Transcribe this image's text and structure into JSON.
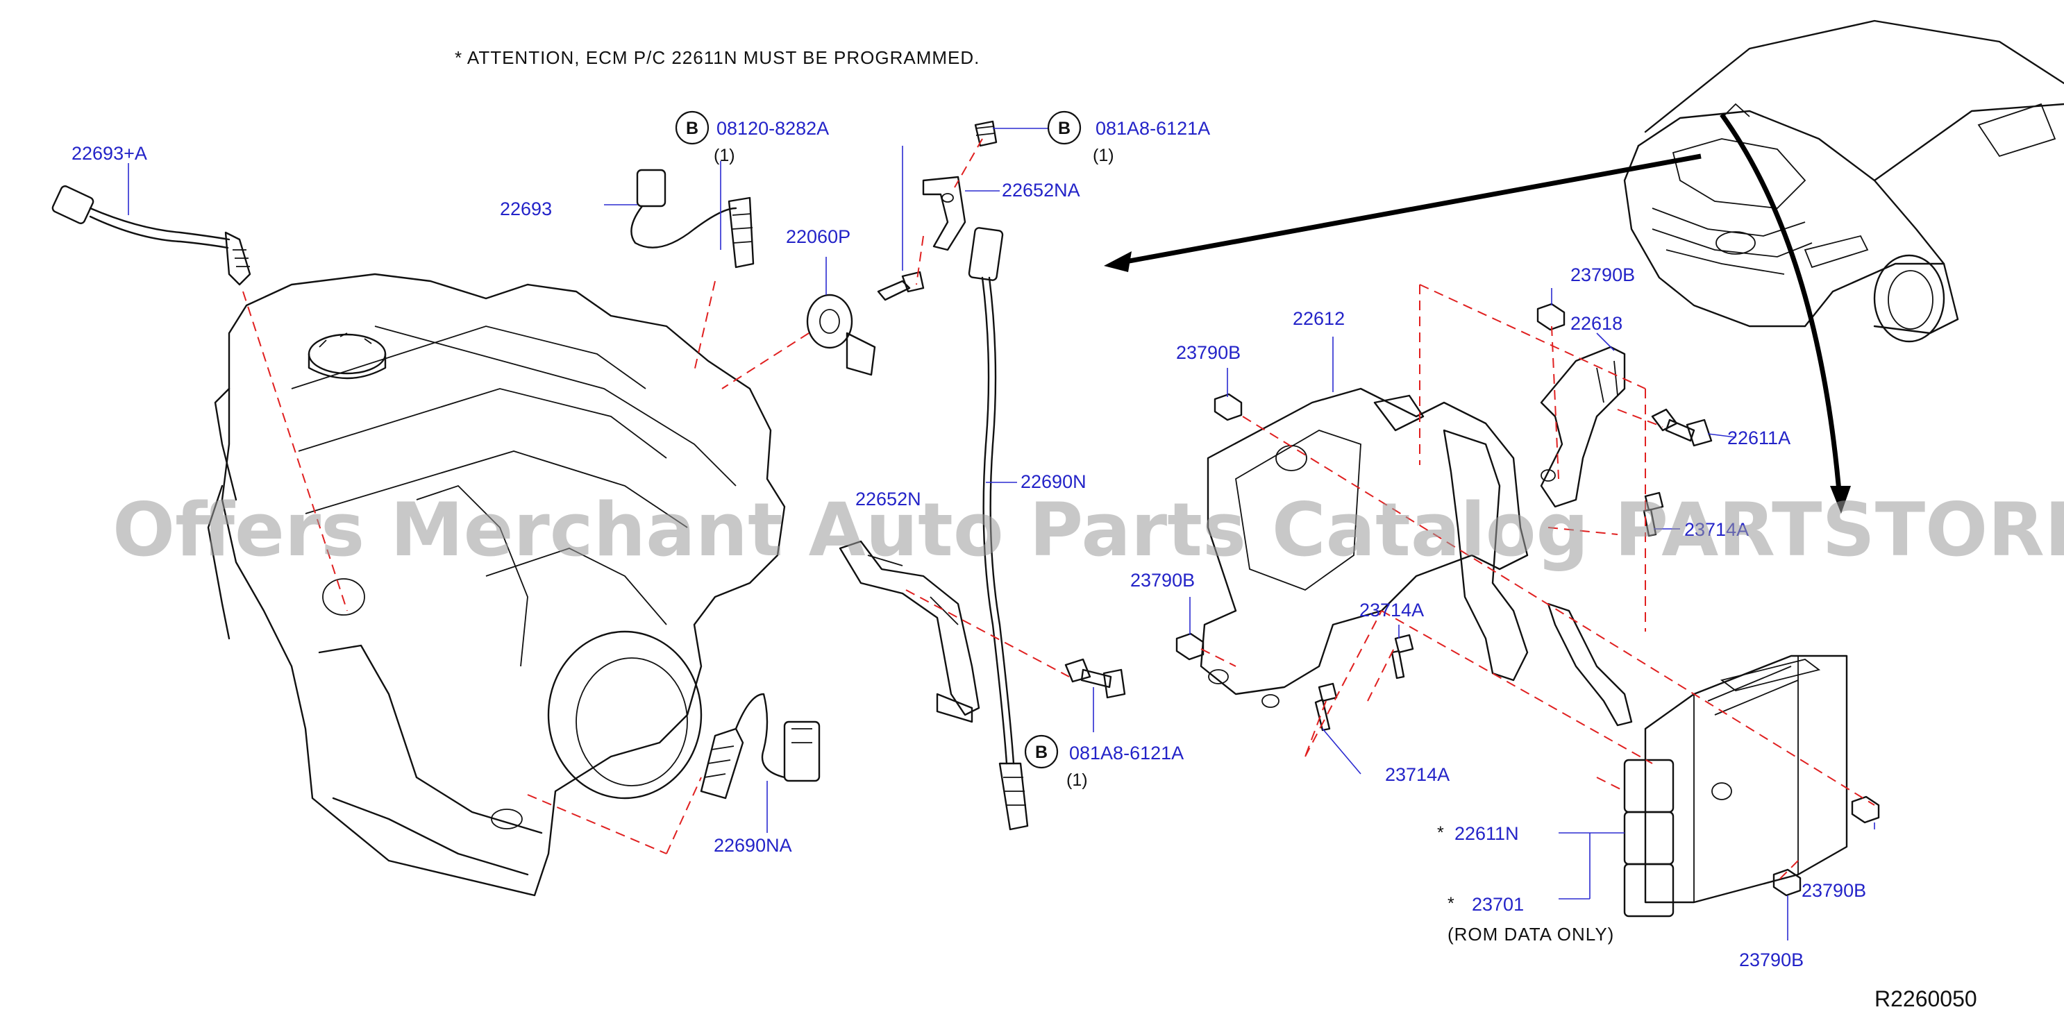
{
  "attention_note": "*  ATTENTION,  ECM  P/C  22611N  MUST  BE  PROGRAMMED.",
  "watermark": "Offers Merchant Auto Parts Catalog PARTSTORE.SA",
  "diagram_ref": "R2260050",
  "bolt_callouts": [
    {
      "letter": "B",
      "code": "08120-8282A",
      "qty": "(1)"
    },
    {
      "letter": "B",
      "code": "081A8-6121A",
      "qty": "(1)"
    },
    {
      "letter": "B",
      "code": "081A8-6121A",
      "qty": "(1)"
    }
  ],
  "labels": {
    "p22693a": "22693+A",
    "p22693": "22693",
    "p22060p": "22060P",
    "p22652na": "22652NA",
    "p22652n": "22652N",
    "p22690n": "22690N",
    "p22690na": "22690NA",
    "p22612": "22612",
    "p22618": "22618",
    "p23790b_1": "23790B",
    "p23790b_2": "23790B",
    "p23790b_3": "23790B",
    "p23790b_4": "23790B",
    "p23790b_5": "23790B",
    "p22611a": "22611A",
    "p23714a_1": "23714A",
    "p23714a_2": "23714A",
    "p23714a_3": "23714A",
    "p22611n": "22611N",
    "p23701": "23701",
    "rom_note": "(ROM  DATA  ONLY)",
    "star1": "*",
    "star2": "*"
  },
  "colors": {
    "label": "#2323c8",
    "dashed_leader": "#e02020",
    "line_art": "#111111"
  }
}
